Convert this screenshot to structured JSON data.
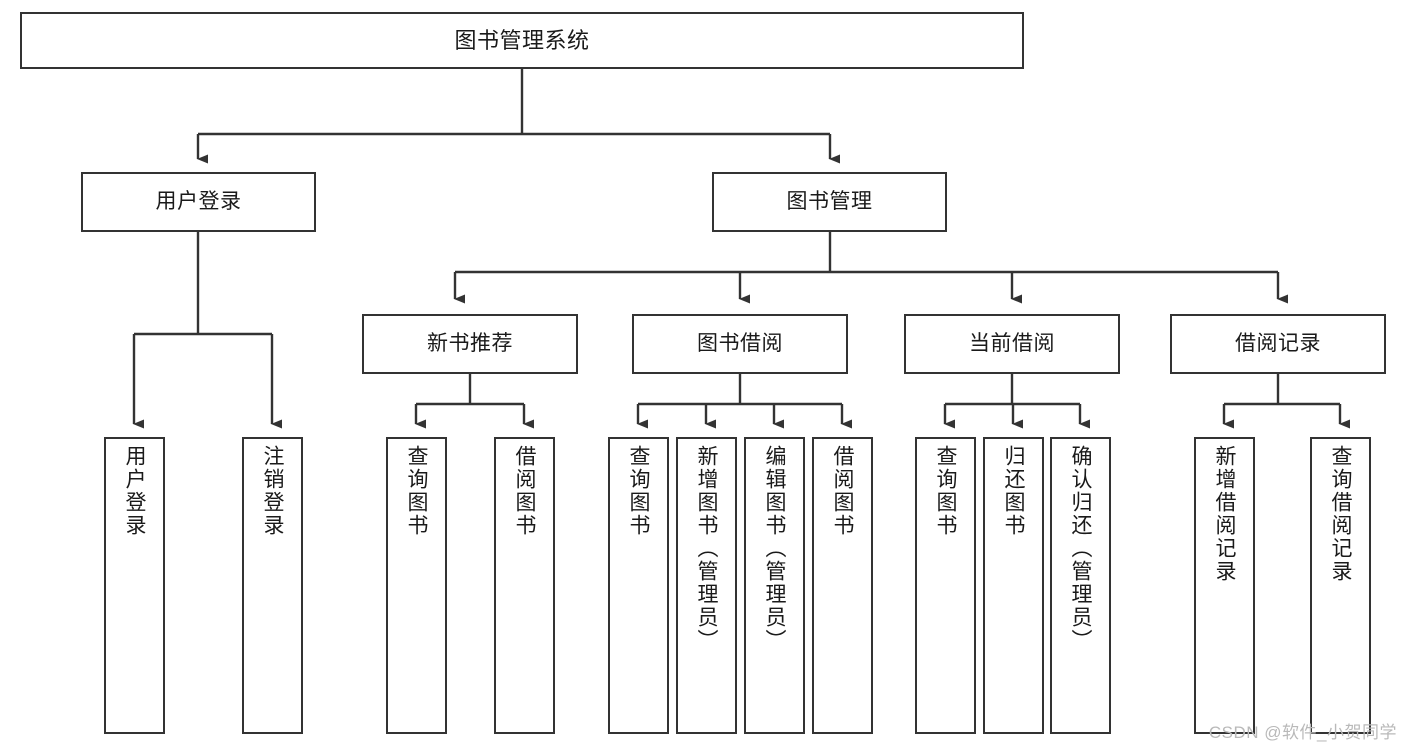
{
  "diagram": {
    "title": "图书管理系统",
    "type": "hierarchy-tree",
    "root": {
      "id": "root",
      "label": "图书管理系统"
    },
    "level1": [
      {
        "id": "user-login",
        "label": "用户登录"
      },
      {
        "id": "book-manage",
        "label": "图书管理"
      }
    ],
    "level2": [
      {
        "id": "new-book-recommend",
        "label": "新书推荐",
        "parent": "book-manage"
      },
      {
        "id": "book-borrow",
        "label": "图书借阅",
        "parent": "book-manage"
      },
      {
        "id": "current-borrow",
        "label": "当前借阅",
        "parent": "book-manage"
      },
      {
        "id": "borrow-record",
        "label": "借阅记录",
        "parent": "book-manage"
      }
    ],
    "leaves": [
      {
        "id": "leaf-user-login",
        "label": "用户登录",
        "parent": "user-login"
      },
      {
        "id": "leaf-logout",
        "label": "注销登录",
        "parent": "user-login"
      },
      {
        "id": "leaf-query-book-1",
        "label": "查询图书",
        "parent": "new-book-recommend"
      },
      {
        "id": "leaf-borrow-book-1",
        "label": "借阅图书",
        "parent": "new-book-recommend"
      },
      {
        "id": "leaf-query-book-2",
        "label": "查询图书",
        "parent": "book-borrow"
      },
      {
        "id": "leaf-add-book",
        "label": "新增图书（管理员）",
        "parent": "book-borrow"
      },
      {
        "id": "leaf-edit-book",
        "label": "编辑图书（管理员）",
        "parent": "book-borrow"
      },
      {
        "id": "leaf-borrow-book-2",
        "label": "借阅图书",
        "parent": "book-borrow"
      },
      {
        "id": "leaf-query-book-3",
        "label": "查询图书",
        "parent": "current-borrow"
      },
      {
        "id": "leaf-return-book",
        "label": "归还图书",
        "parent": "current-borrow"
      },
      {
        "id": "leaf-confirm-return",
        "label": "确认归还（管理员）",
        "parent": "current-borrow"
      },
      {
        "id": "leaf-add-record",
        "label": "新增借阅记录",
        "parent": "borrow-record"
      },
      {
        "id": "leaf-query-record",
        "label": "查询借阅记录",
        "parent": "borrow-record"
      }
    ]
  },
  "watermark": {
    "text": "CSDN @软件_小贺同学"
  },
  "colors": {
    "border": "#333333",
    "background": "#ffffff",
    "text": "#1a1a1a",
    "watermark": "#b9b9b9"
  }
}
